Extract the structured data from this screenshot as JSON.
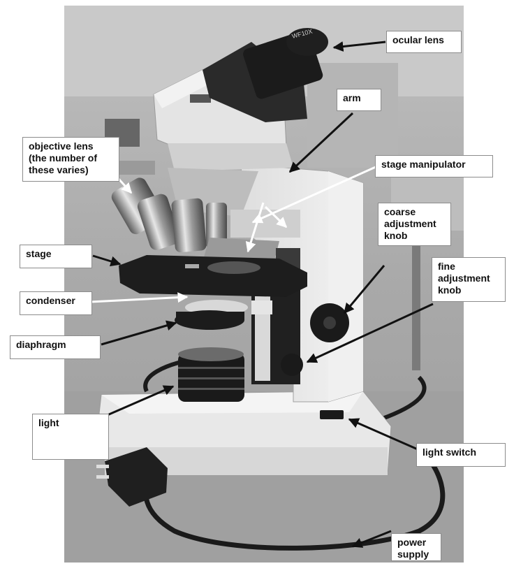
{
  "labels": {
    "ocular_lens": "ocular lens",
    "arm": "arm",
    "objective_lens": "objective lens\n(the number of\nthese varies)",
    "stage_manipulator": "stage manipulator",
    "coarse_adjustment_knob": "coarse\nadjustment\nknob",
    "stage": "stage",
    "fine_adjustment_knob": "fine\nadjustment\nknob",
    "condenser": "condenser",
    "diaphragm": "diaphragm",
    "light": "light",
    "light_switch": "light switch",
    "power_supply": "power\nsupply"
  },
  "eyepiece_marking": "WF10X",
  "colors": {
    "label_background": "#ffffff",
    "label_border": "#8c8c8c",
    "arrow_dark": "#111111",
    "arrow_light": "#ffffff"
  }
}
